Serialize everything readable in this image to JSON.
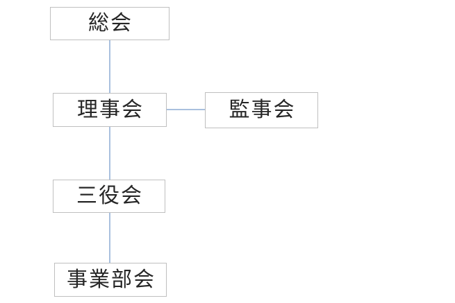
{
  "diagram": {
    "type": "org-chart",
    "background_color": "#ffffff",
    "box_fill_color": "#ffffff",
    "box_border_color": "#bfbfbf",
    "text_color": "#262626",
    "connector_color": "#a9c0de",
    "nodes": [
      {
        "id": "soukai",
        "label": "総会"
      },
      {
        "id": "rijikai",
        "label": "理事会"
      },
      {
        "id": "kanjikai",
        "label": "監事会"
      },
      {
        "id": "sanyakukai",
        "label": "三役会"
      },
      {
        "id": "jigyoubukai",
        "label": "事業部会"
      }
    ],
    "edges": [
      {
        "from": "総会",
        "to": "理事会",
        "orientation": "vertical"
      },
      {
        "from": "理事会",
        "to": "監事会",
        "orientation": "horizontal"
      },
      {
        "from": "理事会",
        "to": "三役会",
        "orientation": "vertical"
      },
      {
        "from": "三役会",
        "to": "事業部会",
        "orientation": "vertical"
      }
    ]
  }
}
